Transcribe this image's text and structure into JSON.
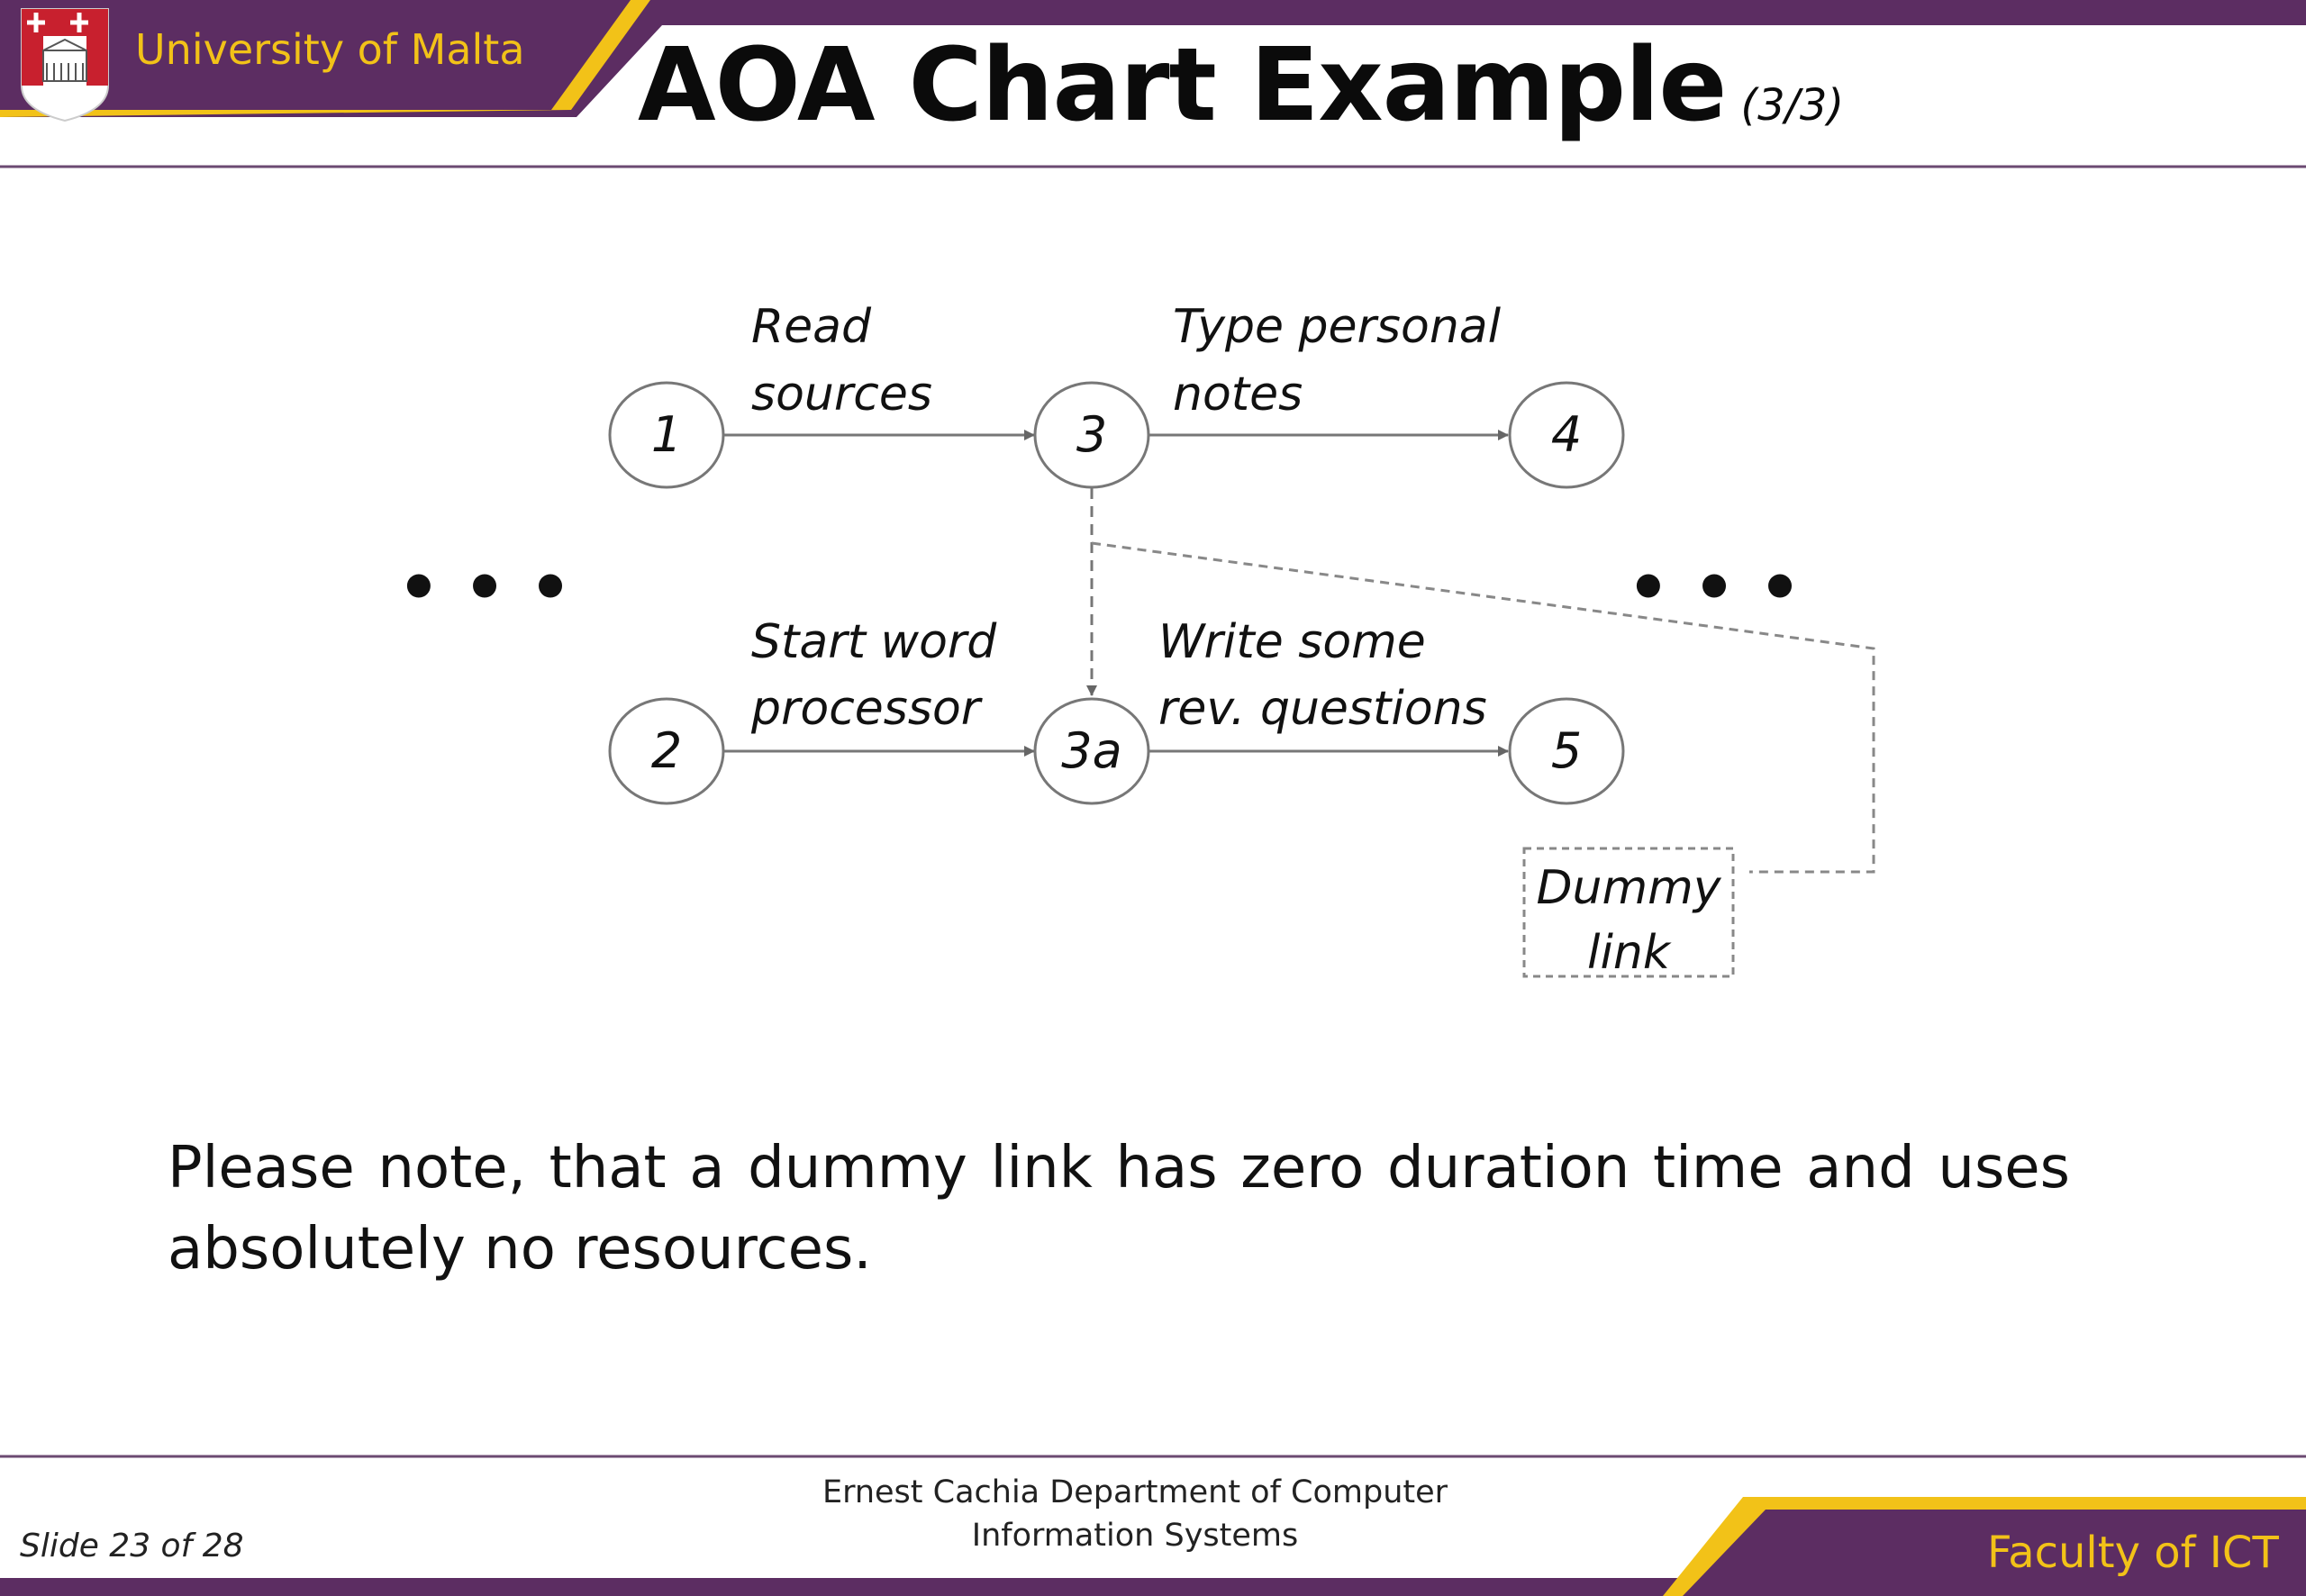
{
  "header": {
    "university": "University of Malta",
    "title": "AOA Chart Example",
    "subtitle": "(3/3)"
  },
  "diagram": {
    "nodes": [
      {
        "id": "1",
        "label": "1"
      },
      {
        "id": "3",
        "label": "3"
      },
      {
        "id": "4",
        "label": "4"
      },
      {
        "id": "2",
        "label": "2"
      },
      {
        "id": "3a",
        "label": "3a"
      },
      {
        "id": "5",
        "label": "5"
      }
    ],
    "edges": [
      {
        "from": "1",
        "to": "3",
        "label_line1": "Read",
        "label_line2": "sources"
      },
      {
        "from": "3",
        "to": "4",
        "label_line1": "Type personal",
        "label_line2": "notes"
      },
      {
        "from": "2",
        "to": "3a",
        "label_line1": "Start word",
        "label_line2": "processor"
      },
      {
        "from": "3a",
        "to": "5",
        "label_line1": "Write some",
        "label_line2": "rev. questions"
      },
      {
        "from": "3",
        "to": "3a",
        "style": "dashed"
      }
    ],
    "ellipsis": "• • •",
    "dummy_callout": {
      "line1": "Dummy",
      "line2": "link"
    }
  },
  "note": "Please note, that a dummy link has zero duration time and uses absolutely no resources.",
  "footer": {
    "slide": "Slide 23 of 28",
    "dept_line1": "Ernest Cachia Department of Computer",
    "dept_line2": "Information Systems",
    "faculty": "Faculty of ICT"
  },
  "colors": {
    "purple": "#5c2d62",
    "gold": "#f2c218",
    "rule": "#6b4a72"
  }
}
